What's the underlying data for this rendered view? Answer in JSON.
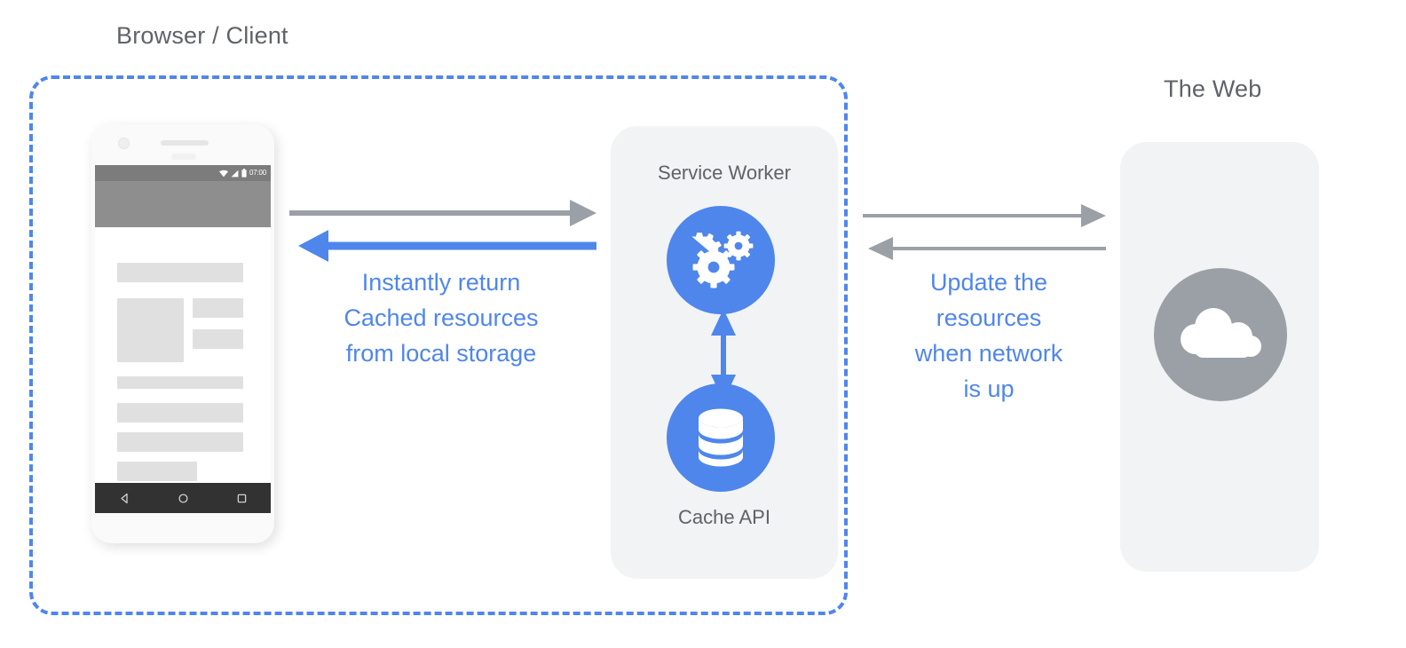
{
  "diagram": {
    "title_zones": {
      "browser": "Browser / Client",
      "web": "The Web"
    },
    "service_worker": {
      "label": "Service Worker",
      "icon": "gears-icon"
    },
    "cache": {
      "label": "Cache API",
      "icon": "database-icon"
    },
    "web": {
      "icon": "cloud-icon"
    },
    "annotations": {
      "left": "Instantly return\nCached resources\nfrom local storage",
      "right": "Update the\nresources\nwhen network\nis up"
    },
    "phone": {
      "status_time": "07:00",
      "status_icons": [
        "wifi-icon",
        "signal-icon",
        "battery-icon"
      ],
      "nav_icons": [
        "back-triangle-icon",
        "home-circle-icon",
        "recents-square-icon"
      ]
    },
    "arrows": [
      {
        "name": "phone-to-service-worker",
        "direction": "right",
        "color": "#9aa0a6"
      },
      {
        "name": "service-worker-to-phone",
        "direction": "left",
        "color": "#4f86ec"
      },
      {
        "name": "service-worker-to-web",
        "direction": "right",
        "color": "#9aa0a6"
      },
      {
        "name": "web-to-service-worker",
        "direction": "left",
        "color": "#9aa0a6"
      },
      {
        "name": "service-worker-cache-sync",
        "direction": "both",
        "color": "#4f86ec"
      }
    ],
    "colors": {
      "accent_blue": "#4f86ec",
      "gray": "#9aa0a6",
      "panel_bg": "#f1f3f4",
      "text_gray": "#5f6368"
    }
  }
}
